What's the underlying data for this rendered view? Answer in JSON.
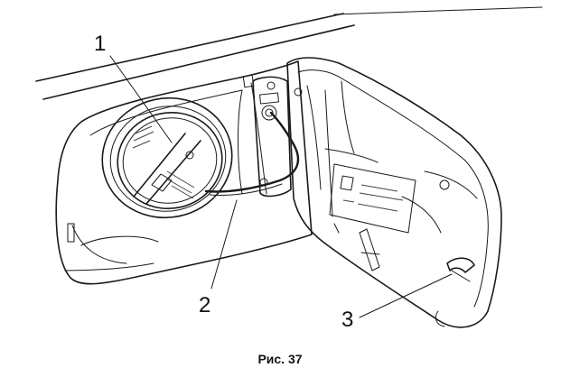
{
  "caption": "Рис. 37",
  "callouts": [
    {
      "number": "1"
    },
    {
      "number": "2"
    },
    {
      "number": "3"
    }
  ]
}
